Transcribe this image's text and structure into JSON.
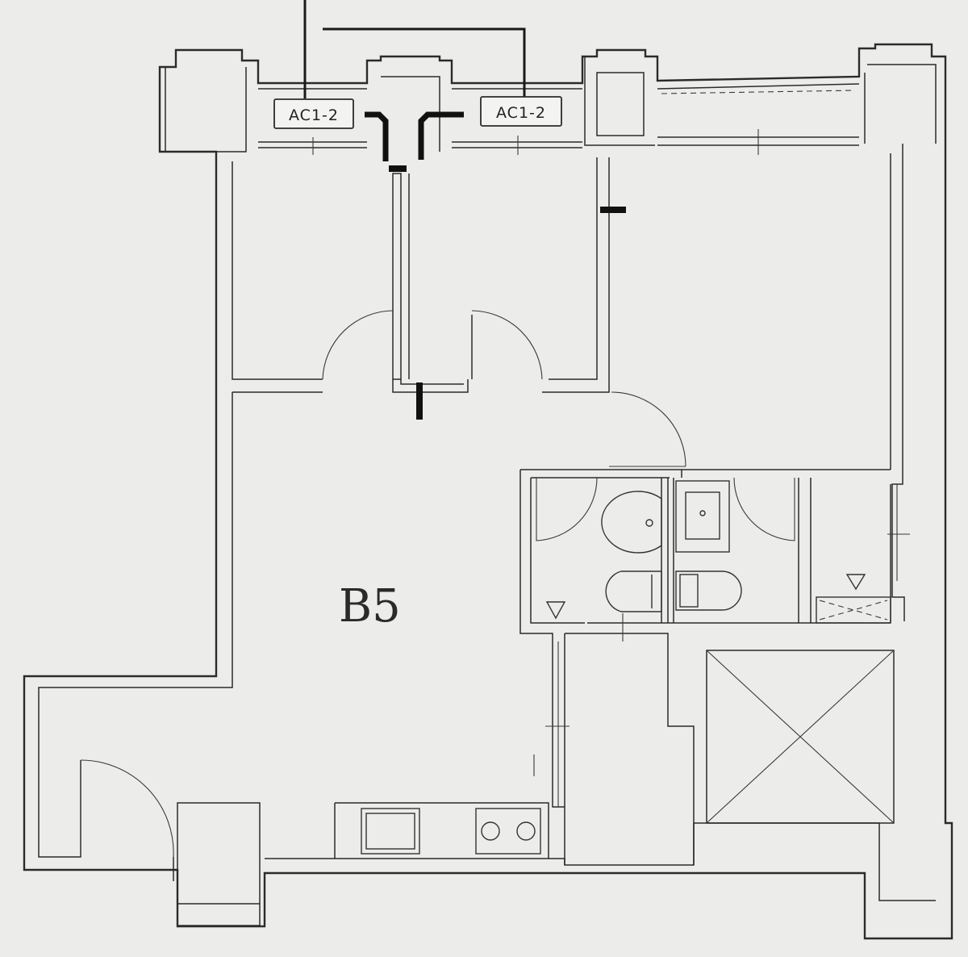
{
  "plan": {
    "unit_label": "B5",
    "ac_units": [
      {
        "label": "AC1-2"
      },
      {
        "label": "AC1-2"
      }
    ]
  }
}
